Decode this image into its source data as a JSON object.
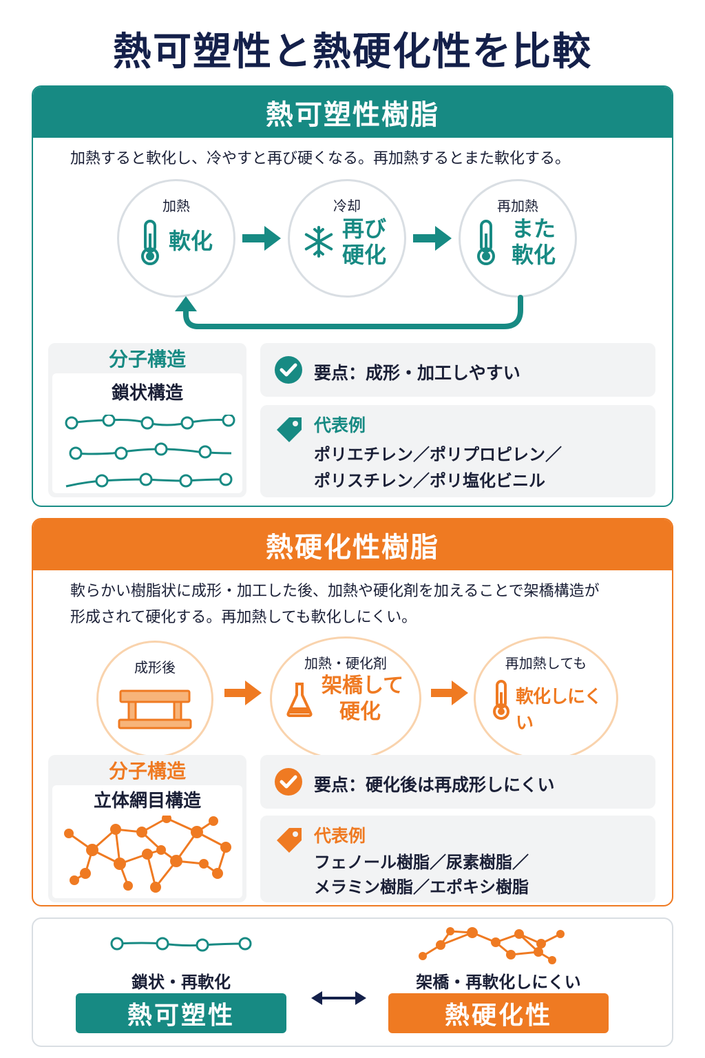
{
  "title": "熱可塑性と熱硬化性を比較",
  "colors": {
    "teal": "#178a83",
    "orange": "#ef7a22",
    "navy": "#14204a",
    "gray_bg": "#f2f3f4"
  },
  "thermoplastic": {
    "heading": "熱可塑性樹脂",
    "description": "加熱すると軟化し、冷やすと再び硬くなる。再加熱するとまた軟化する。",
    "steps": [
      {
        "label": "加熱",
        "main_lines": [
          "軟化"
        ],
        "icon": "thermometer-icon"
      },
      {
        "label": "冷却",
        "main_lines": [
          "再び",
          "硬化"
        ],
        "icon": "snowflake-icon"
      },
      {
        "label": "再加熱",
        "main_lines": [
          "また",
          "軟化"
        ],
        "icon": "thermometer-icon"
      }
    ],
    "structure": {
      "title": "分子構造",
      "name": "鎖状構造"
    },
    "point": {
      "text": "要点：成形・加工しやすい"
    },
    "examples": {
      "title": "代表例",
      "lines": [
        "ポリエチレン／ポリプロピレン／",
        "ポリスチレン／ポリ塩化ビニル"
      ]
    }
  },
  "thermoset": {
    "heading": "熱硬化性樹脂",
    "description_lines": [
      "軟らかい樹脂状に成形・加工した後、加熱や硬化剤を加えることで架橋構造が",
      "形成されて硬化する。再加熱しても軟化しにくい。"
    ],
    "steps": [
      {
        "label": "成形後",
        "main_lines": [],
        "icon": "molded-part-icon"
      },
      {
        "label": "加熱・硬化剤",
        "main_lines": [
          "架橋して",
          "硬化"
        ],
        "icon": "flask-icon"
      },
      {
        "label": "再加熱しても",
        "main_lines": [
          "軟化しにくい"
        ],
        "icon": "thermometer-icon"
      }
    ],
    "structure": {
      "title": "分子構造",
      "name": "立体網目構造"
    },
    "point": {
      "text": "要点：硬化後は再成形しにくい"
    },
    "examples": {
      "title": "代表例",
      "lines": [
        "フェノール樹脂／尿素樹脂／",
        "メラミン樹脂／エポキシ樹脂"
      ]
    }
  },
  "comparison": {
    "left": {
      "caption": "鎖状・再軟化",
      "label": "熱可塑性"
    },
    "right": {
      "caption": "架橋・再軟化しにくい",
      "label": "熱硬化性"
    },
    "arrow_icon": "double-arrow-icon"
  }
}
